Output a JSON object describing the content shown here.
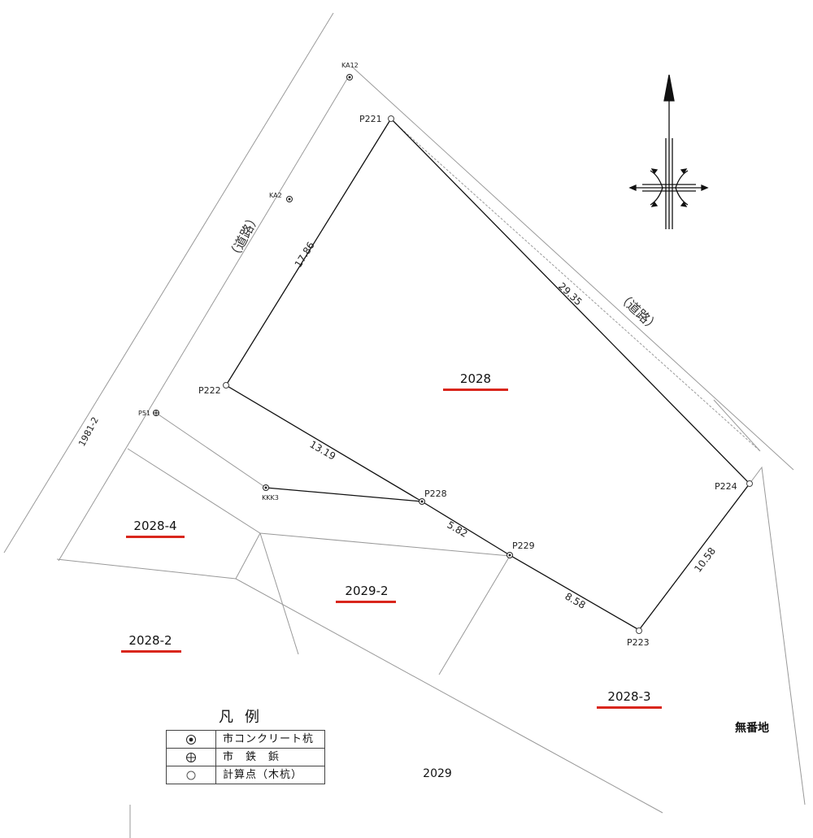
{
  "points": {
    "KA12": "KA12",
    "KA2": "KA2",
    "P221": "P221",
    "P222": "P222",
    "P51": "P51",
    "KKK3": "KKK3",
    "P228": "P228",
    "P229": "P229",
    "P224": "P224",
    "P223": "P223"
  },
  "dimensions": {
    "west": "17.86",
    "north_east": "29.35",
    "south_west_1": "13.19",
    "south_west_2": "5.82",
    "south_west_3": "8.58",
    "east": "10.58"
  },
  "roads": {
    "west_road": "（道路）",
    "north_road": "（道路）"
  },
  "parcels": {
    "main": "2028",
    "p2028_4": "2028-4",
    "p2029_2": "2029-2",
    "p2028_2": "2028-2",
    "p2028_3": "2028-3",
    "p2029": "2029",
    "p1981_2": "1981-2",
    "unnumbered": "無番地"
  },
  "highlight_color": "#d9261c",
  "legend": {
    "title": "凡例",
    "items": [
      {
        "symbol": "concrete-pile-icon",
        "label": "市コンクリート杭"
      },
      {
        "symbol": "iron-nail-icon",
        "label": "市　鉄　鋲"
      },
      {
        "symbol": "calc-point-icon",
        "label": "計算点（木杭）"
      }
    ]
  }
}
